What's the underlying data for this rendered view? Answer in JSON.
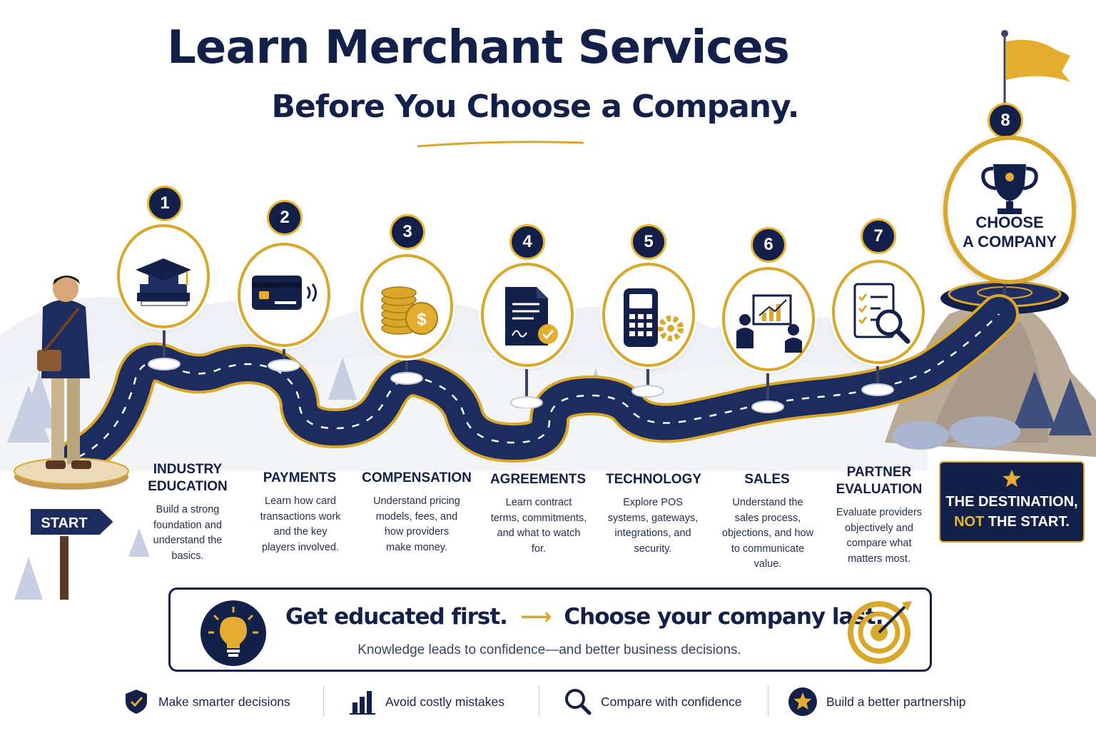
{
  "title": {
    "line1": "Learn Merchant Services",
    "line2": "Before You Choose a Company."
  },
  "start_sign": "START",
  "steps": [
    {
      "number": "1",
      "label_lines": [
        "INDUSTRY",
        "EDUCATION"
      ],
      "desc_lines": [
        "Build a strong",
        "foundation and",
        "understand the",
        "basics."
      ],
      "icon": "graduation-cap-books-icon"
    },
    {
      "number": "2",
      "label_lines": [
        "PAYMENTS"
      ],
      "desc_lines": [
        "Learn how card",
        "transactions work",
        "and the key",
        "players involved."
      ],
      "icon": "contactless-card-icon"
    },
    {
      "number": "3",
      "label_lines": [
        "COMPENSATION"
      ],
      "desc_lines": [
        "Understand pricing",
        "models, fees, and",
        "how providers",
        "make money."
      ],
      "icon": "coins-dollar-icon"
    },
    {
      "number": "4",
      "label_lines": [
        "AGREEMENTS"
      ],
      "desc_lines": [
        "Learn contract",
        "terms, commitments,",
        "and what to watch",
        "for."
      ],
      "icon": "signed-document-icon"
    },
    {
      "number": "5",
      "label_lines": [
        "TECHNOLOGY"
      ],
      "desc_lines": [
        "Explore POS",
        "systems, gateways,",
        "integrations, and",
        "security."
      ],
      "icon": "pos-terminal-gear-icon"
    },
    {
      "number": "6",
      "label_lines": [
        "SALES"
      ],
      "desc_lines": [
        "Understand the",
        "sales process,",
        "objections, and how",
        "to communicate",
        "value."
      ],
      "icon": "sales-presentation-icon"
    },
    {
      "number": "7",
      "label_lines": [
        "PARTNER",
        "EVALUATION"
      ],
      "desc_lines": [
        "Evaluate providers",
        "objectively and",
        "compare what",
        "matters most."
      ],
      "icon": "checklist-magnifier-icon"
    }
  ],
  "final_step": {
    "number": "8",
    "label_lines": [
      "CHOOSE",
      "A COMPANY"
    ],
    "icon": "trophy-icon"
  },
  "destination": {
    "line1": "THE DESTINATION,",
    "line2_highlight": "NOT",
    "line2_rest": " THE START."
  },
  "banner": {
    "first": "Get educated first.",
    "last": "Choose your company last.",
    "subtitle": "Knowledge leads to confidence—and better business decisions."
  },
  "benefits": [
    {
      "label": "Make smarter decisions",
      "icon": "shield-check-icon"
    },
    {
      "label": "Avoid costly mistakes",
      "icon": "bar-chart-icon"
    },
    {
      "label": "Compare with confidence",
      "icon": "magnifier-icon"
    },
    {
      "label": "Build a better partnership",
      "icon": "star-badge-icon"
    }
  ],
  "colors": {
    "navy": "#13204a",
    "gold": "#d9a72a",
    "road": "#1c2c5e"
  }
}
